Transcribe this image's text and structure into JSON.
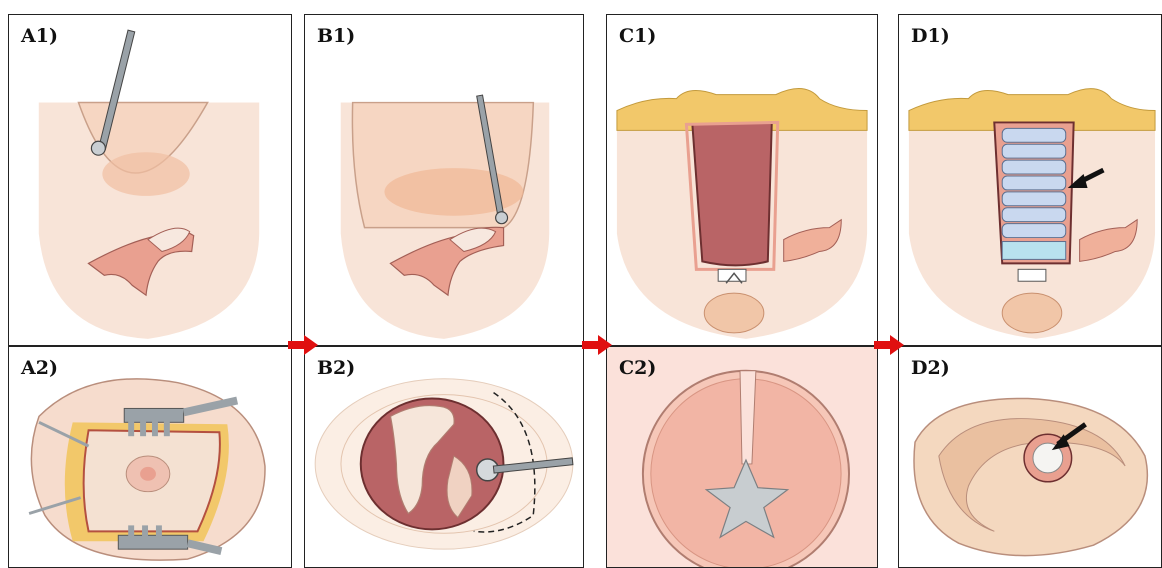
{
  "panels": {
    "a1": {
      "label": "A1)"
    },
    "a2": {
      "label": "A2)"
    },
    "b1": {
      "label": "B1)"
    },
    "b2": {
      "label": "B2)"
    },
    "c1": {
      "label": "C1)"
    },
    "c2": {
      "label": "C2)"
    },
    "d1": {
      "label": "D1)"
    },
    "d2": {
      "label": "D2)"
    }
  },
  "colors": {
    "skin": "#f8e4d8",
    "tissue_pink": "#e9a090",
    "cavity": "#b96466",
    "fat_yellow": "#f2c86a",
    "packing_blue": "#c9d8ef",
    "flow_arrow": "#e01010"
  },
  "icons": [
    "instrument-probe-icon",
    "retractor-icon",
    "black-arrow-icon",
    "red-flow-arrow-icon"
  ]
}
